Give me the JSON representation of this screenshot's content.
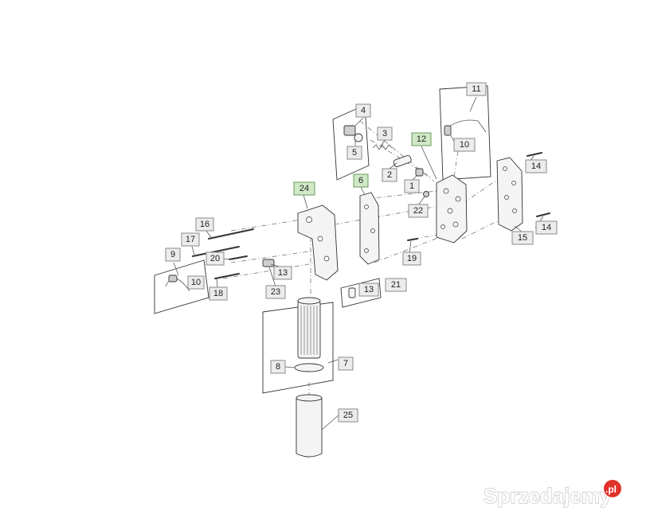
{
  "callouts": [
    {
      "id": "1",
      "highlight": false
    },
    {
      "id": "2",
      "highlight": false
    },
    {
      "id": "3",
      "highlight": false
    },
    {
      "id": "4",
      "highlight": false
    },
    {
      "id": "5",
      "highlight": false
    },
    {
      "id": "6",
      "highlight": true
    },
    {
      "id": "7",
      "highlight": false
    },
    {
      "id": "8",
      "highlight": false
    },
    {
      "id": "9",
      "highlight": false
    },
    {
      "id": "10",
      "highlight": false
    },
    {
      "id": "10",
      "highlight": false
    },
    {
      "id": "11",
      "highlight": false
    },
    {
      "id": "12",
      "highlight": true
    },
    {
      "id": "13",
      "highlight": false
    },
    {
      "id": "13",
      "highlight": false
    },
    {
      "id": "14",
      "highlight": false
    },
    {
      "id": "14",
      "highlight": false
    },
    {
      "id": "15",
      "highlight": false
    },
    {
      "id": "16",
      "highlight": false
    },
    {
      "id": "17",
      "highlight": false
    },
    {
      "id": "18",
      "highlight": false
    },
    {
      "id": "19",
      "highlight": false
    },
    {
      "id": "20",
      "highlight": false
    },
    {
      "id": "21",
      "highlight": false
    },
    {
      "id": "22",
      "highlight": false
    },
    {
      "id": "23",
      "highlight": false
    },
    {
      "id": "24",
      "highlight": true
    },
    {
      "id": "25",
      "highlight": false
    }
  ],
  "colors": {
    "callout_fill": "#ececec",
    "highlight_fill": "#cfe8c6",
    "watermark_dot": "#e0322b"
  },
  "watermark": {
    "text": "Sprzedajemy",
    "suffix": ".pl"
  }
}
